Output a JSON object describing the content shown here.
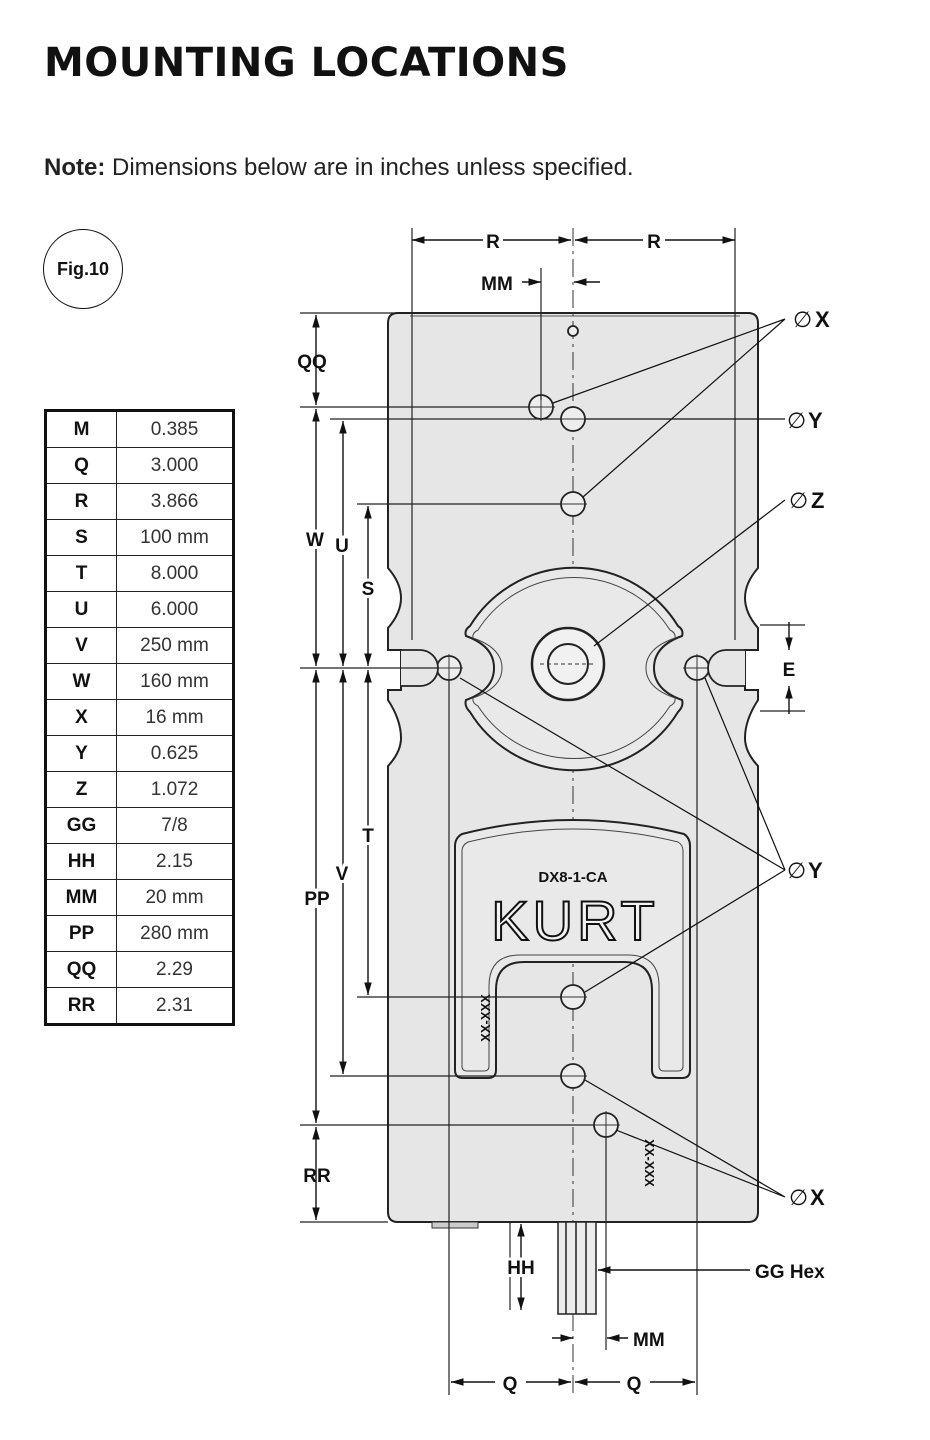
{
  "title": "MOUNTING LOCATIONS",
  "note": {
    "label": "Note:",
    "text": "Dimensions below are in inches unless specified."
  },
  "figure_label": "Fig.10",
  "dimension_table": [
    {
      "key": "M",
      "value": "0.385"
    },
    {
      "key": "Q",
      "value": "3.000"
    },
    {
      "key": "R",
      "value": "3.866"
    },
    {
      "key": "S",
      "value": "100 mm"
    },
    {
      "key": "T",
      "value": "8.000"
    },
    {
      "key": "U",
      "value": "6.000"
    },
    {
      "key": "V",
      "value": "250 mm"
    },
    {
      "key": "W",
      "value": "160 mm"
    },
    {
      "key": "X",
      "value": "16 mm"
    },
    {
      "key": "Y",
      "value": "0.625"
    },
    {
      "key": "Z",
      "value": "1.072"
    },
    {
      "key": "GG",
      "value": "7/8"
    },
    {
      "key": "HH",
      "value": "2.15"
    },
    {
      "key": "MM",
      "value": "20 mm"
    },
    {
      "key": "PP",
      "value": "280 mm"
    },
    {
      "key": "QQ",
      "value": "2.29"
    },
    {
      "key": "RR",
      "value": "2.31"
    }
  ],
  "drawing": {
    "part_number": "DX8-1-CA",
    "brand": "KURT",
    "serial_left": "XX-XXX",
    "serial_right": "XX-XXX",
    "diameter_symbol": "∅",
    "labels": {
      "r_left": "R",
      "r_right": "R",
      "mm_top": "MM",
      "mm_bottom": "MM",
      "qq": "QQ",
      "w": "W",
      "u": "U",
      "s": "S",
      "t": "T",
      "v": "V",
      "pp": "PP",
      "rr": "RR",
      "e": "E",
      "hh": "HH",
      "gg_hex": "GG Hex",
      "q_left": "Q",
      "q_right": "Q",
      "x_top": "X",
      "y_top": "Y",
      "z": "Z",
      "y_mid": "Y",
      "x_bottom": "X"
    }
  }
}
